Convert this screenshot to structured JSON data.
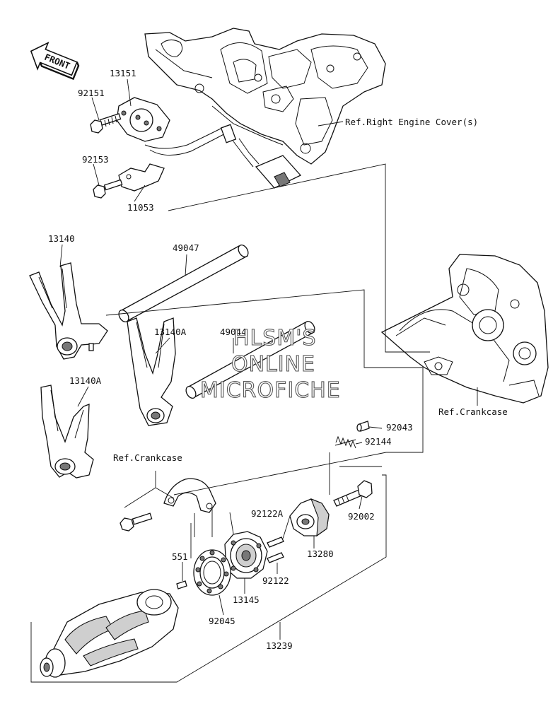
{
  "diagram": {
    "direction_label": "FRONT",
    "part_numbers": {
      "p13151": "13151",
      "p92151": "92151",
      "p92153": "92153",
      "p11053": "11053",
      "p13140": "13140",
      "p49047": "49047",
      "p13140A_upper": "13140A",
      "p49044": "49044",
      "p13140A_lower": "13140A",
      "p92043": "92043",
      "p92144": "92144",
      "p92002": "92002",
      "p92122A": "92122A",
      "p13280": "13280",
      "p551": "551",
      "p92122": "92122",
      "p13145": "13145",
      "p92045": "92045",
      "p13239": "13239"
    },
    "references": {
      "right_engine_cover": "Ref.Right Engine Cover(s)",
      "crankcase_right": "Ref.Crankcase",
      "crankcase_left": "Ref.Crankcase"
    },
    "watermark": {
      "line1": "HLSM'S",
      "line2": "ONLINE",
      "line3": "MICROFICHE"
    }
  }
}
